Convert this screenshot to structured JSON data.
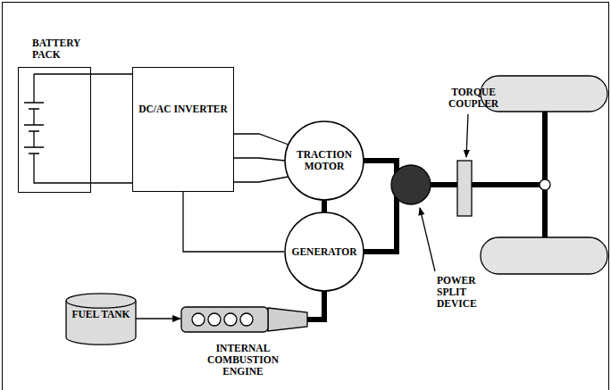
{
  "diagram": {
    "nodes": [
      {
        "text": [
          "BATTERY PACK"
        ]
      },
      {
        "text": [
          "DC/AC INVERTER"
        ]
      },
      {
        "text": [
          "TRACTION MOTOR"
        ]
      },
      {
        "text": [
          "GENERATOR"
        ]
      },
      {
        "text": [
          "FUEL TANK"
        ]
      },
      {
        "text": [
          "INTERNAL COMBUSTION ENGINE"
        ]
      }
    ],
    "edges": [
      {
        "from": 0,
        "to": 1,
        "arrow": "none"
      },
      {
        "from": 0,
        "to": 1,
        "arrow": "none"
      },
      {
        "from": 1,
        "to": 2,
        "arrow": "none"
      },
      {
        "from": 1,
        "to": 2,
        "arrow": "none"
      },
      {
        "from": 1,
        "to": 2,
        "arrow": "none"
      },
      {
        "from": 1,
        "to": 3,
        "arrow": "none"
      },
      {
        "from": 2,
        "to": 3,
        "arrow": "none"
      },
      {
        "from": 4,
        "to": 5,
        "arrow": "to"
      },
      {
        "from": 5,
        "to": 3,
        "arrow": "none"
      }
    ],
    "labels": [
      "TORQUE COUPLER",
      "POWER SPLIT DEVICE"
    ]
  }
}
